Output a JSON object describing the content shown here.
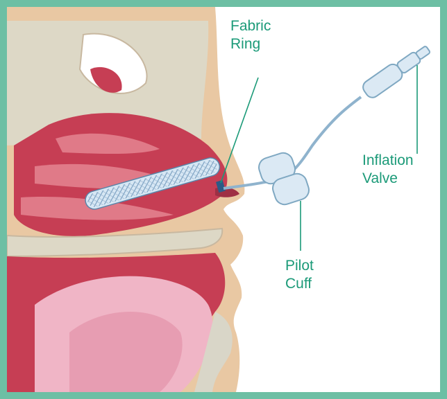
{
  "colors": {
    "frame": "#6dbfa4",
    "label": "#1b9a78",
    "leader_line": "#1b9a78",
    "skin": "#e9c8a3",
    "mucosa": "#c63e54",
    "mucosa_light": "#e07a88",
    "bone": "#d9d6c8",
    "device": "#cfe3f0",
    "device_edge": "#7fa8c2"
  },
  "labels": {
    "fabric_ring": "Fabric\nRing",
    "inflation_valve": "Inflation\nValve",
    "pilot_cuff": "Pilot\nCuff"
  }
}
